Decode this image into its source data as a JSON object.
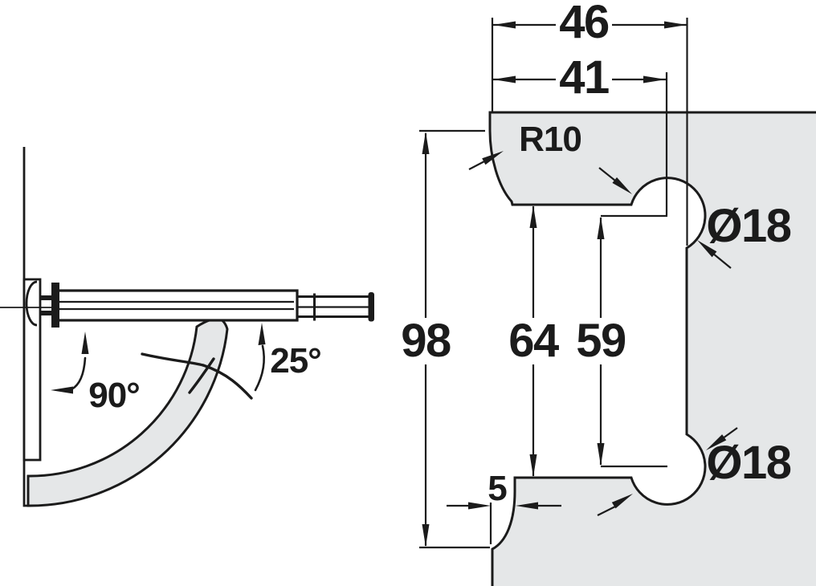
{
  "drawing": {
    "type": "technical-dimension-drawing",
    "subject": "glass door pivot hinge - side view with opening angles and glass cutout dimensions",
    "colors": {
      "ink": "#1b1b1b",
      "glass_fill": "#e5e7e8",
      "background": "#ffffff"
    },
    "side_view": {
      "open_angle_label": "90°",
      "tilt_angle_label": "25°"
    },
    "front_view": {
      "overall_width_label": "46",
      "hole_center_offset_label": "41",
      "corner_radius_label": "R10",
      "top_hole_diameter_label": "Ø18",
      "bottom_hole_diameter_label": "Ø18",
      "cutout_total_height_label": "98",
      "cutout_inner_height_label": "64",
      "hole_center_distance_label": "59",
      "edge_clearance_label": "5"
    }
  }
}
